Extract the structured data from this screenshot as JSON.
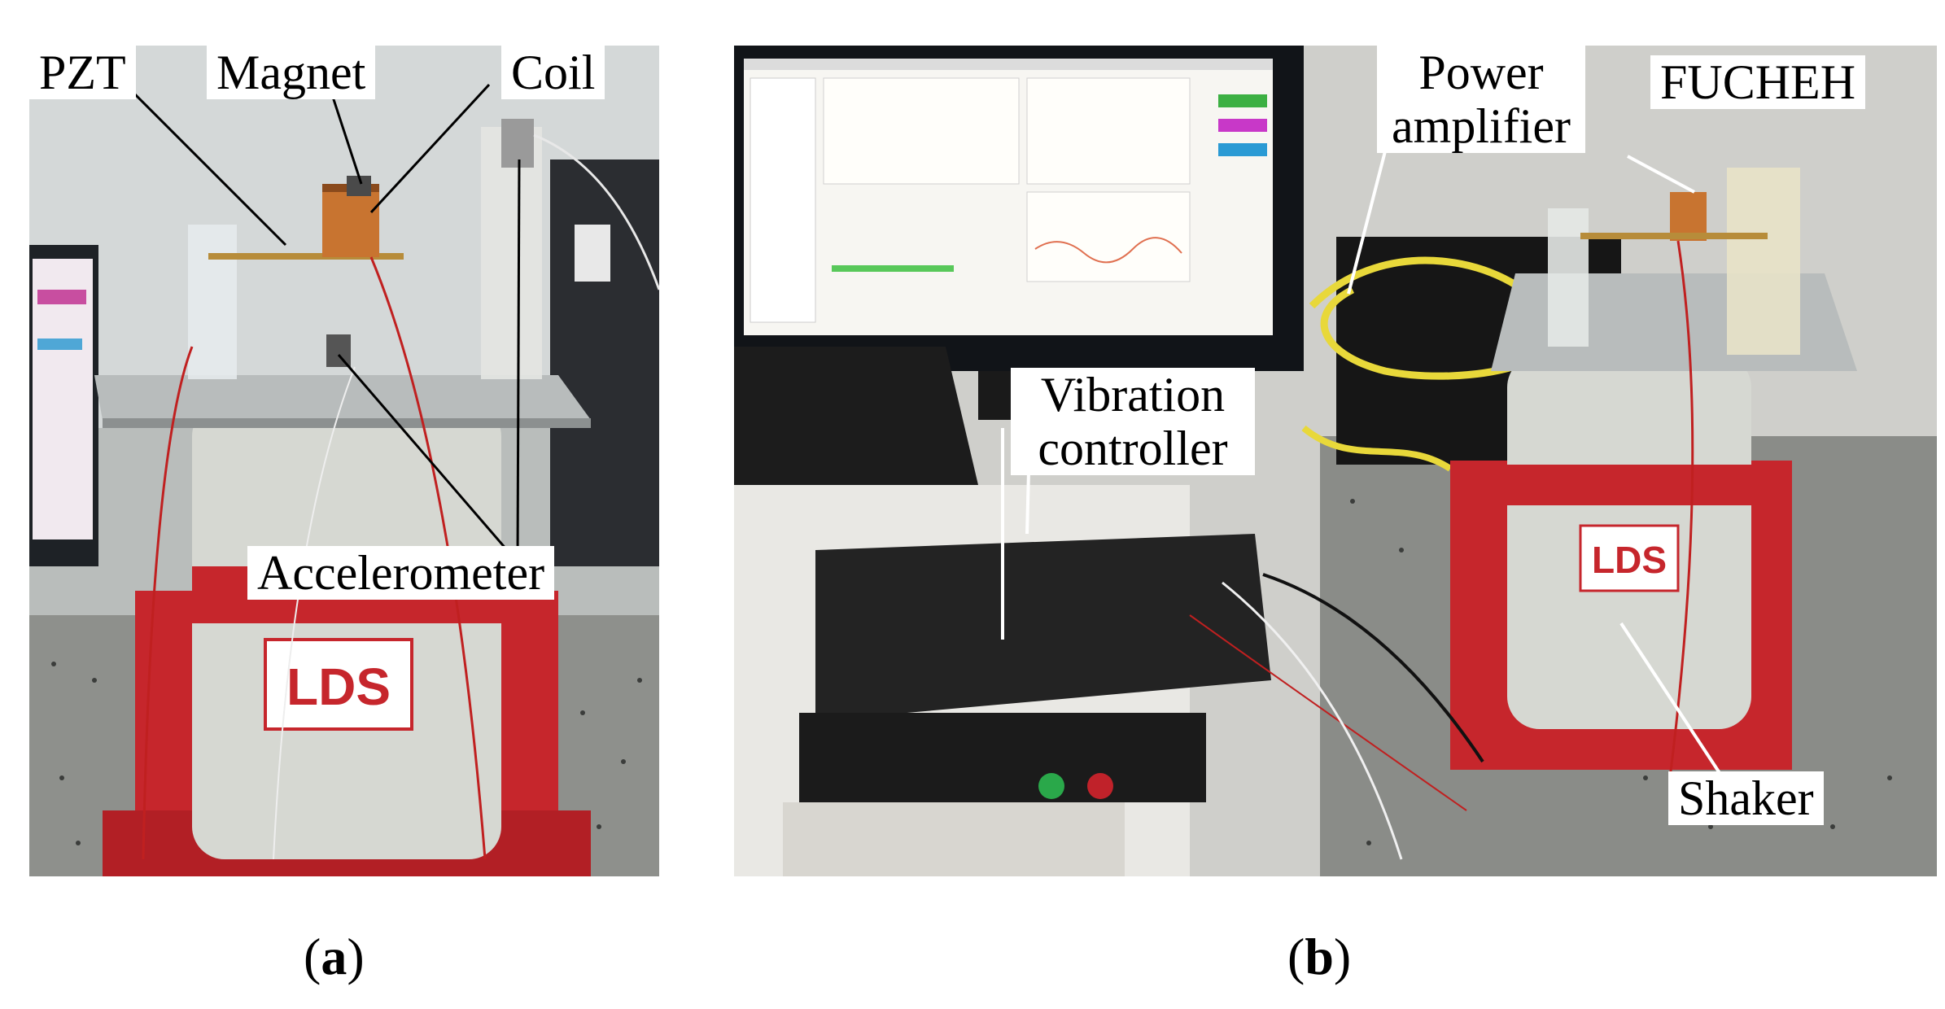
{
  "panel_a": {
    "labels": {
      "pzt": "PZT",
      "magnet": "Magnet",
      "coil": "Coil",
      "accelerometer": "Accelerometer"
    },
    "caption_letter": "a",
    "shaker_brand": "LDS"
  },
  "panel_b": {
    "labels": {
      "power_amplifier_line1": "Power",
      "power_amplifier_line2": "amplifier",
      "fucheh": "FUCHEH",
      "vibration_controller_line1": "Vibration",
      "vibration_controller_line2": "controller",
      "shaker": "Shaker"
    },
    "caption_letter": "b",
    "shaker_brand": "LDS"
  },
  "caption_open": "(",
  "caption_close": ")",
  "colors": {
    "shaker_red": "#c6262c",
    "shaker_body": "#d6d8d2",
    "table_grey": "#8e908c",
    "cable_yellow": "#e8d83a"
  }
}
